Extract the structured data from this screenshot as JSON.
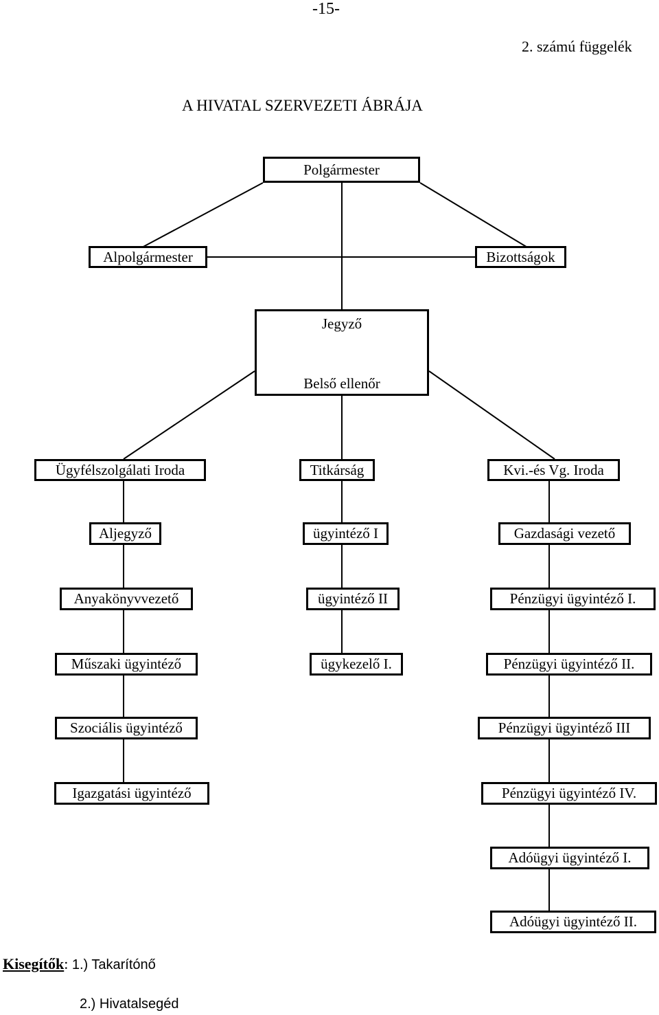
{
  "page": {
    "number": "-15-",
    "appendix": "2. számú függelék",
    "title": "A HIVATAL SZERVEZETI ÁBRÁJA"
  },
  "org": {
    "polgarmester": "Polgármester",
    "alpolgarmester": "Alpolgármester",
    "bizottsagok": "Bizottságok",
    "jegyzo": "Jegyző",
    "belso_ellenor": "Belső ellenőr",
    "left_column": {
      "head": "Ügyfélszolgálati Iroda",
      "items": [
        "Aljegyző",
        "Anyakönyvvezető",
        "Műszaki ügyintéző",
        "Szociális ügyintéző",
        "Igazgatási ügyintéző"
      ]
    },
    "middle_column": {
      "head": "Titkárság",
      "items": [
        "ügyintéző I",
        "ügyintéző II",
        "ügykezelő I."
      ]
    },
    "right_column": {
      "head": "Kvi.-és Vg. Iroda",
      "items": [
        "Gazdasági vezető",
        "Pénzügyi ügyintéző I.",
        "Pénzügyi ügyintéző II.",
        "Pénzügyi ügyintéző III",
        "Pénzügyi ügyintéző IV.",
        "Adóügyi ügyintéző I.",
        "Adóügyi ügyintéző II."
      ]
    }
  },
  "footer": {
    "label": "Kisegítők",
    "colon": ":",
    "items": [
      "1.) Takarítónő",
      "2.) Hivatalsegéd"
    ]
  }
}
